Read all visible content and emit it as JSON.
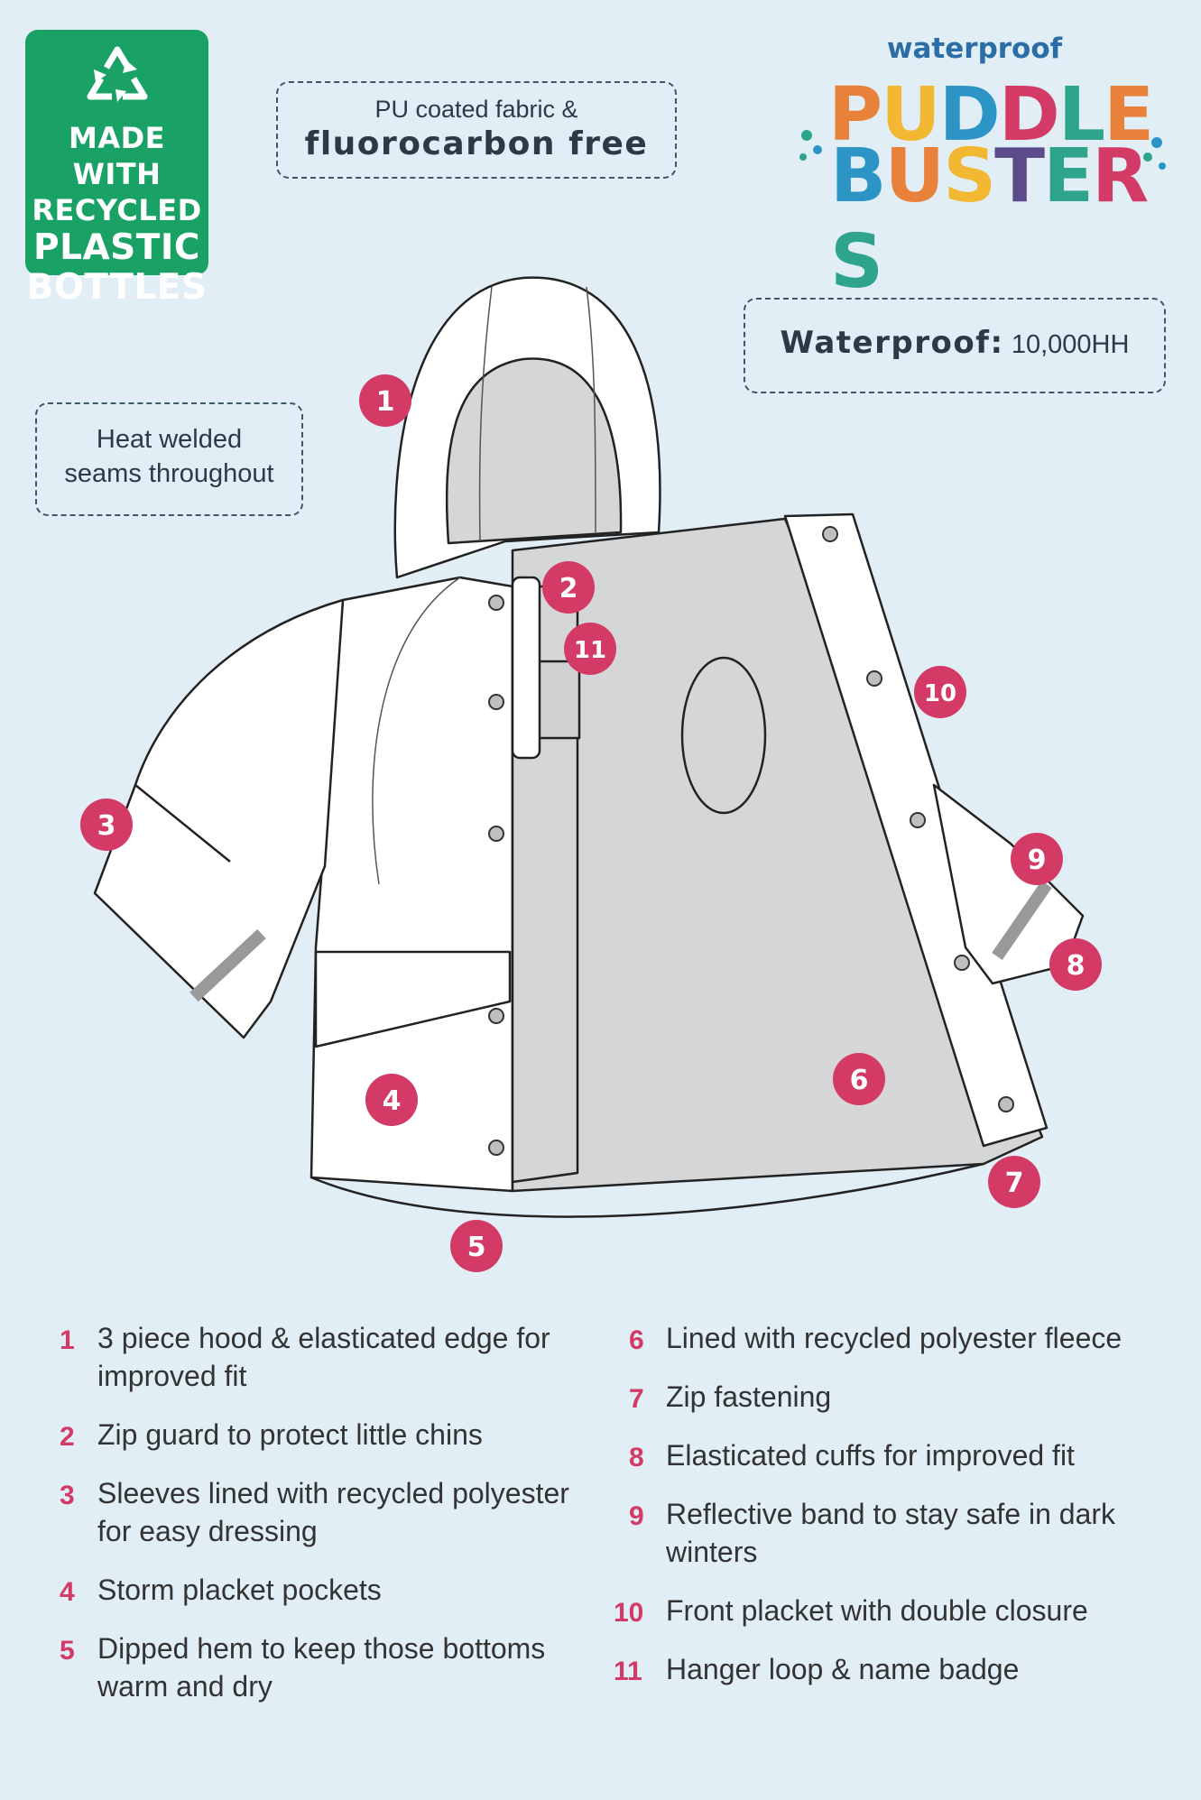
{
  "badge": {
    "lines": [
      "MADE WITH",
      "RECYCLED",
      "PLASTIC",
      "BOTTLES"
    ],
    "icon": "recycle-icon",
    "color": "#1aa266"
  },
  "pu_box": {
    "line1": "PU coated fabric &",
    "line2": "fluorocarbon free"
  },
  "brand": {
    "subtitle": "waterproof",
    "word1": [
      "P",
      "U",
      "D",
      "D",
      "L",
      "E"
    ],
    "word2": [
      "B",
      "U",
      "S",
      "T",
      "E",
      "R",
      "S"
    ],
    "colors": [
      "#e8813a",
      "#f2b733",
      "#2c95c6",
      "#d33a65",
      "#2ea58a",
      "#f2b733",
      "#2c95c6"
    ]
  },
  "heat_box": {
    "line1": "Heat welded",
    "line2": "seams throughout"
  },
  "waterproof_box": {
    "label": "Waterproof:",
    "value": "10,000HH"
  },
  "markers": [
    "1",
    "2",
    "3",
    "4",
    "5",
    "6",
    "7",
    "8",
    "9",
    "10",
    "11"
  ],
  "accent_color": "#d33a65",
  "features_left": [
    {
      "num": "1",
      "lines": [
        "3 piece hood & elasticated edge for",
        "improved fit"
      ]
    },
    {
      "num": "2",
      "lines": [
        "Zip guard to protect little chins"
      ]
    },
    {
      "num": "3",
      "lines": [
        "Sleeves lined with recycled polyester",
        "for easy dressing"
      ]
    },
    {
      "num": "4",
      "lines": [
        "Storm placket pockets"
      ]
    },
    {
      "num": "5",
      "lines": [
        "Dipped hem to keep those bottoms",
        "warm and dry"
      ]
    }
  ],
  "features_right": [
    {
      "num": "6",
      "lines": [
        "Lined with recycled polyester fleece"
      ]
    },
    {
      "num": "7",
      "lines": [
        "Zip fastening"
      ]
    },
    {
      "num": "8",
      "lines": [
        "Elasticated cuffs for improved fit"
      ]
    },
    {
      "num": "9",
      "lines": [
        "Reflective band to stay safe in dark",
        "winters"
      ]
    },
    {
      "num": "10",
      "lines": [
        "Front placket with double closure"
      ]
    },
    {
      "num": "11",
      "lines": [
        "Hanger loop & name badge"
      ]
    }
  ]
}
